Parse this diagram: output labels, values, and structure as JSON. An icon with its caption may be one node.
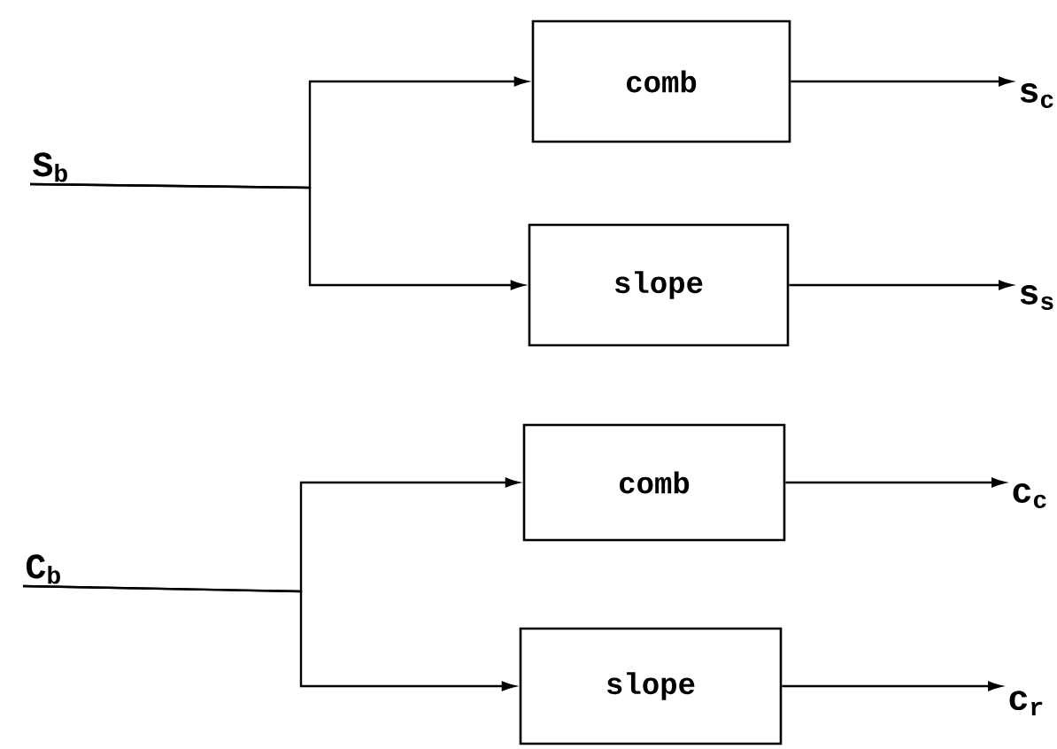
{
  "diagram": {
    "nodes": [
      {
        "text": [
          "S$_{b}$"
        ]
      },
      {
        "text": [
          "comb"
        ]
      },
      {
        "text": [
          "slope"
        ]
      },
      {
        "text": [
          "s$_{c}$"
        ]
      },
      {
        "text": [
          "s$_{s}$"
        ]
      },
      {
        "text": [
          "C$_{b}$"
        ]
      },
      {
        "text": [
          "comb"
        ]
      },
      {
        "text": [
          "slope"
        ]
      },
      {
        "text": [
          "c$_{c}$"
        ]
      },
      {
        "text": [
          "c$_{r}$"
        ]
      }
    ],
    "edges": [
      {
        "from": 0,
        "to": 1,
        "arrow": "to"
      },
      {
        "from": 0,
        "to": 2,
        "arrow": "to"
      },
      {
        "from": 1,
        "to": 3,
        "arrow": "to"
      },
      {
        "from": 2,
        "to": 4,
        "arrow": "to"
      },
      {
        "from": 5,
        "to": 6,
        "arrow": "to"
      },
      {
        "from": 5,
        "to": 7,
        "arrow": "to"
      },
      {
        "from": 6,
        "to": 8,
        "arrow": "to"
      },
      {
        "from": 7,
        "to": 9,
        "arrow": "to"
      }
    ]
  }
}
